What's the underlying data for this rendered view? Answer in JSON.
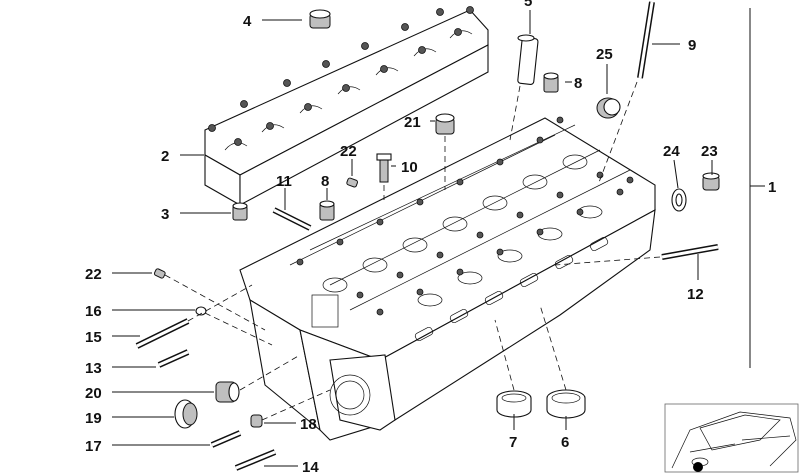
{
  "callouts": {
    "c1": "1",
    "c2": "2",
    "c3": "3",
    "c4": "4",
    "c5": "5",
    "c6": "6",
    "c7": "7",
    "c8a": "8",
    "c8b": "8",
    "c9": "9",
    "c10": "10",
    "c11": "11",
    "c12": "12",
    "c13": "13",
    "c14": "14",
    "c15": "15",
    "c16": "16",
    "c17": "17",
    "c18": "18",
    "c19": "19",
    "c20": "20",
    "c21": "21",
    "c22a": "22",
    "c22b": "22",
    "c23": "23",
    "c24": "24",
    "c25": "25"
  },
  "colors": {
    "ink": "#111111",
    "paper": "#ffffff",
    "shade": "#bfbfbf",
    "marker": "#000000"
  }
}
